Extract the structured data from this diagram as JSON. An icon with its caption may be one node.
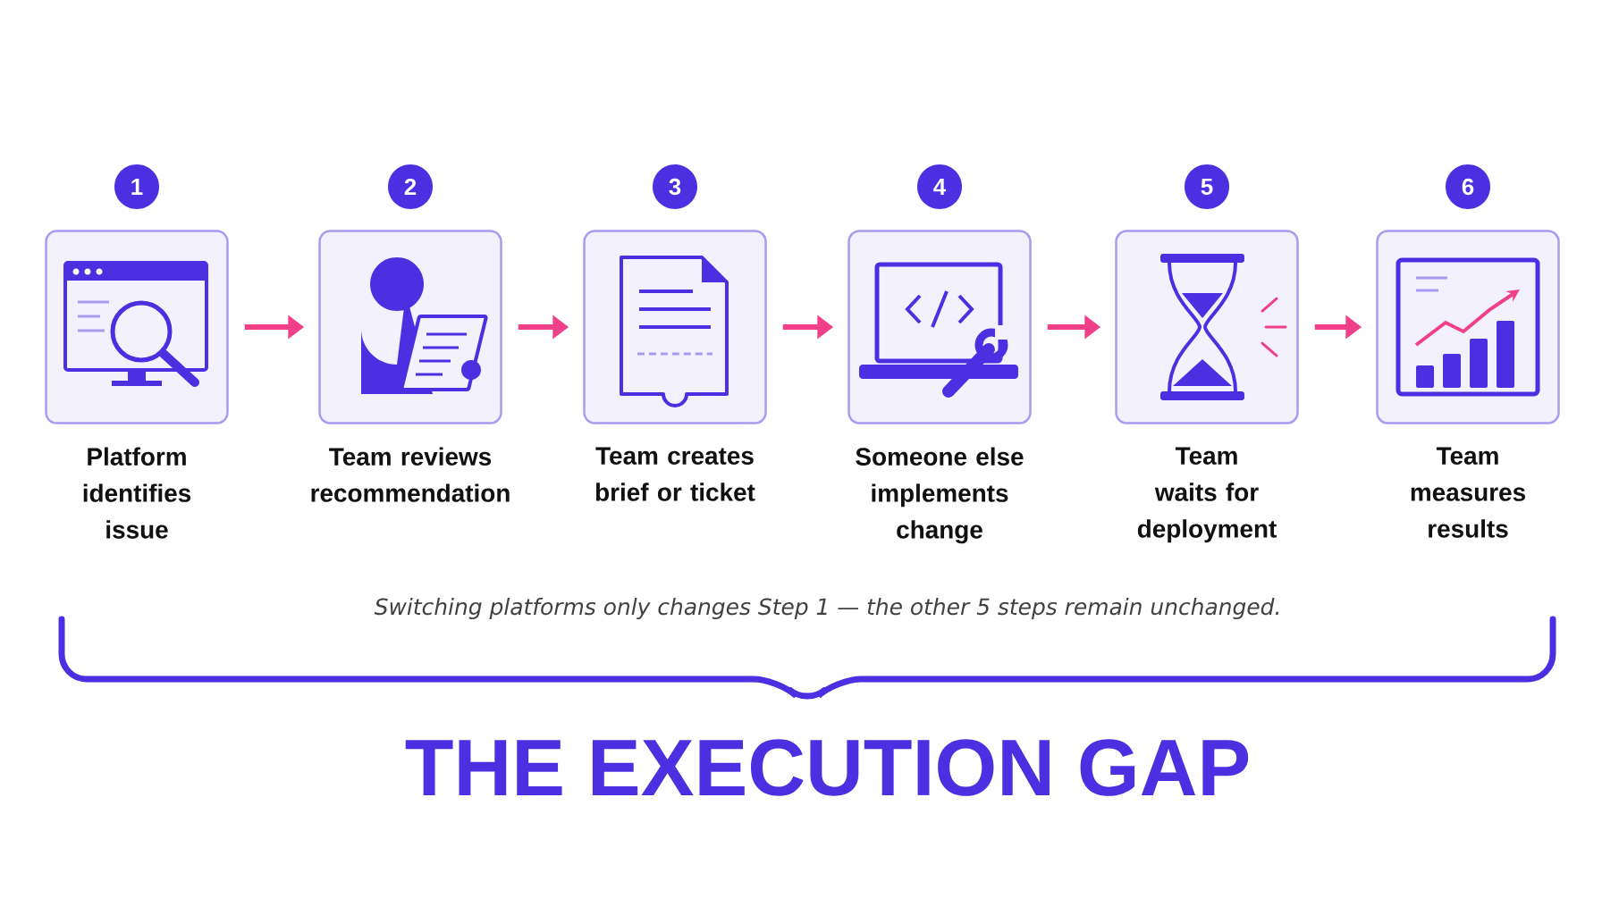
{
  "diagram": {
    "title": "THE EXECUTION GAP",
    "caption": "Switching platforms only changes Step 1 — the other 5 steps remain unchanged.",
    "nodes": [
      {
        "text": [
          "1",
          "Platform identifies issue"
        ]
      },
      {
        "text": [
          "2",
          "Team reviews recommendation"
        ]
      },
      {
        "text": [
          "3",
          "Team creates brief or ticket"
        ]
      },
      {
        "text": [
          "4",
          "Someone else implements change"
        ]
      },
      {
        "text": [
          "5",
          "Team waits for deployment"
        ]
      },
      {
        "text": [
          "6",
          "Team measures results"
        ]
      }
    ],
    "edges": [
      {
        "from": 0,
        "to": 1,
        "arrow": "to"
      },
      {
        "from": 1,
        "to": 2,
        "arrow": "to"
      },
      {
        "from": 2,
        "to": 3,
        "arrow": "to"
      },
      {
        "from": 3,
        "to": 4,
        "arrow": "to"
      },
      {
        "from": 4,
        "to": 5,
        "arrow": "to"
      }
    ]
  }
}
